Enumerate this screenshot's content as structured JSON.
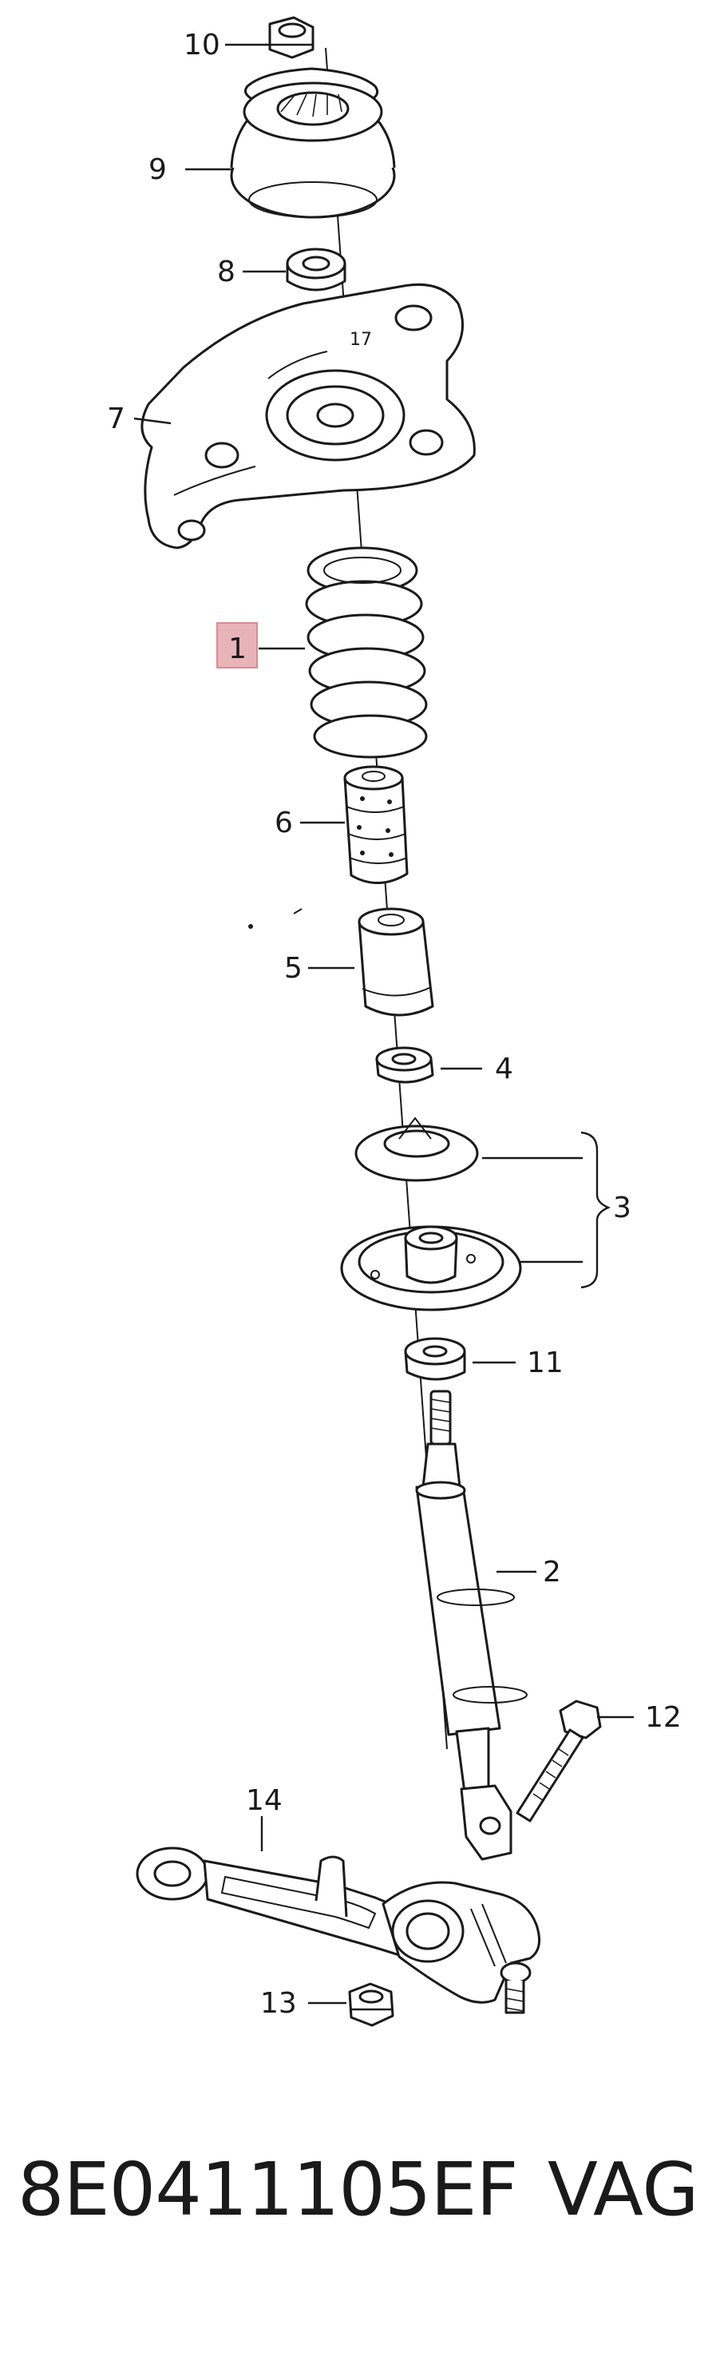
{
  "callouts": {
    "c10": "10",
    "c9": "9",
    "c8": "8",
    "c7": "7",
    "c1": "1",
    "c6": "6",
    "c5": "5",
    "c4": "4",
    "c3": "3",
    "c11": "11",
    "c2": "2",
    "c12": "12",
    "c14": "14",
    "c13": "13"
  },
  "highlight_color": "#e8b4b8",
  "footer": {
    "part_number": "8E0411105EF",
    "brand": "VAG"
  }
}
